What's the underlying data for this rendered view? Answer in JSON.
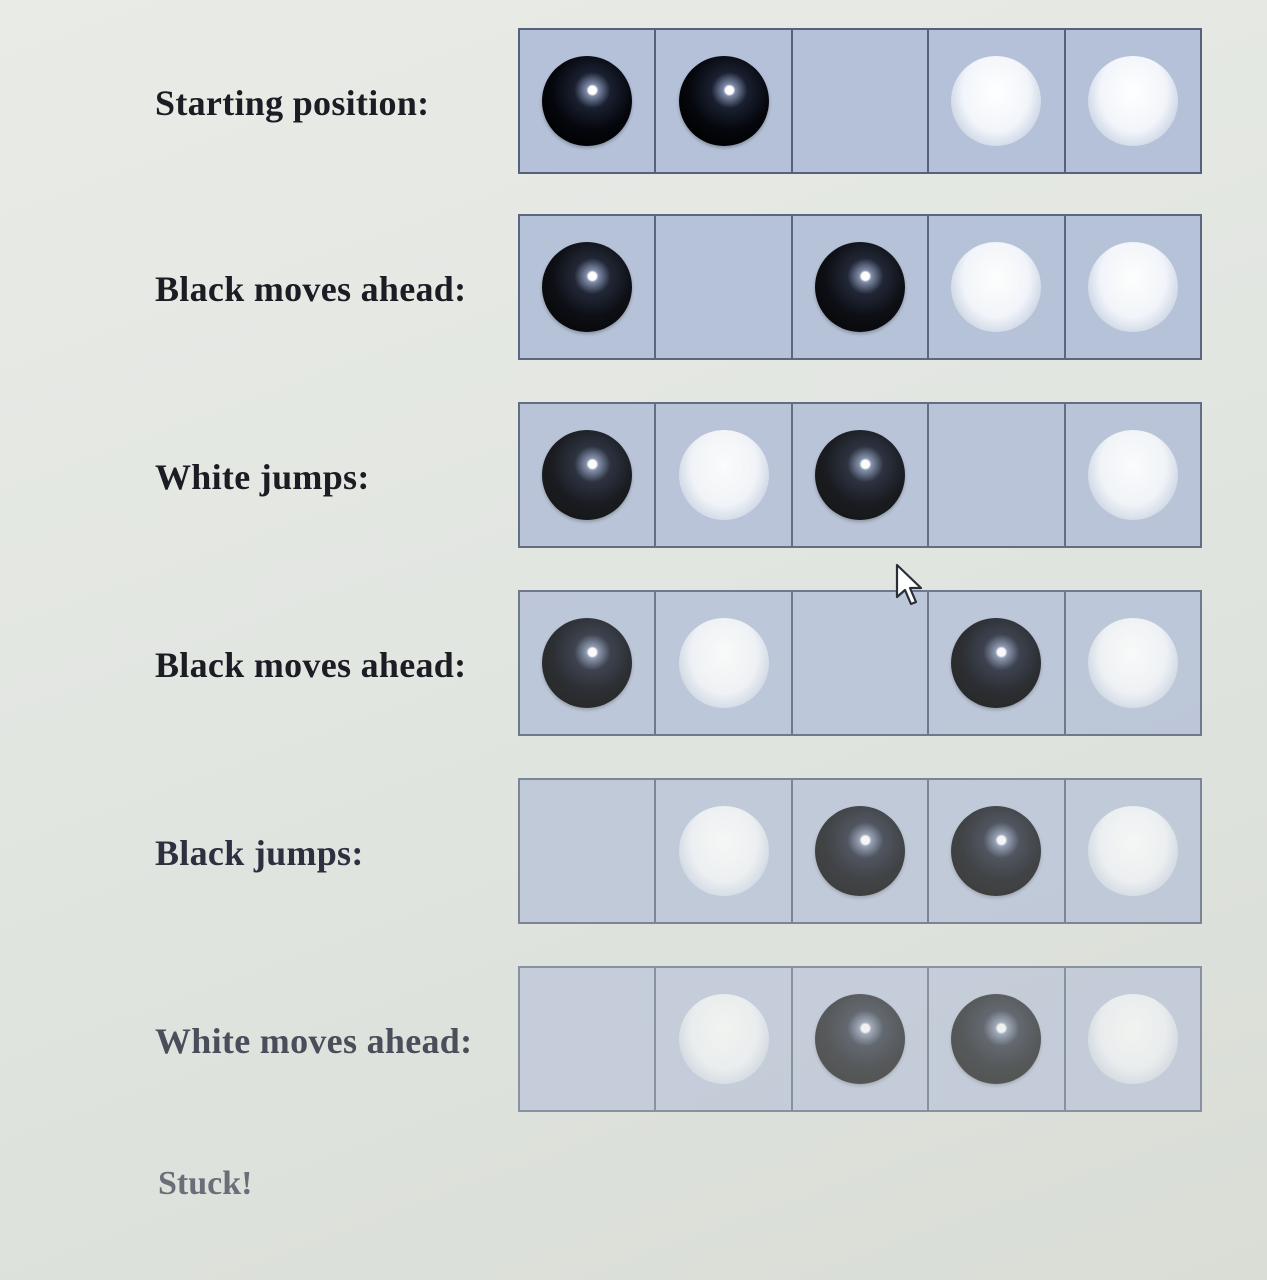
{
  "steps": [
    {
      "label": "Starting position:",
      "cells": [
        "black",
        "black",
        "empty",
        "white",
        "white"
      ]
    },
    {
      "label": "Black moves ahead:",
      "cells": [
        "black",
        "empty",
        "black",
        "white",
        "white"
      ]
    },
    {
      "label": "White jumps:",
      "cells": [
        "black",
        "white",
        "black",
        "empty",
        "white"
      ]
    },
    {
      "label": "Black moves ahead:",
      "cells": [
        "black",
        "white",
        "empty",
        "black",
        "white"
      ]
    },
    {
      "label": "Black jumps:",
      "cells": [
        "empty",
        "white",
        "black",
        "black",
        "white"
      ]
    },
    {
      "label": "White moves ahead:",
      "cells": [
        "empty",
        "white",
        "black",
        "black",
        "white"
      ]
    }
  ],
  "footer": {
    "text": "Stuck!"
  },
  "colors": {
    "board": "#b5c1d8",
    "grid": "#56627a",
    "label": "#1c1c24"
  },
  "icons": {
    "cursor": "mouse-pointer-icon"
  }
}
